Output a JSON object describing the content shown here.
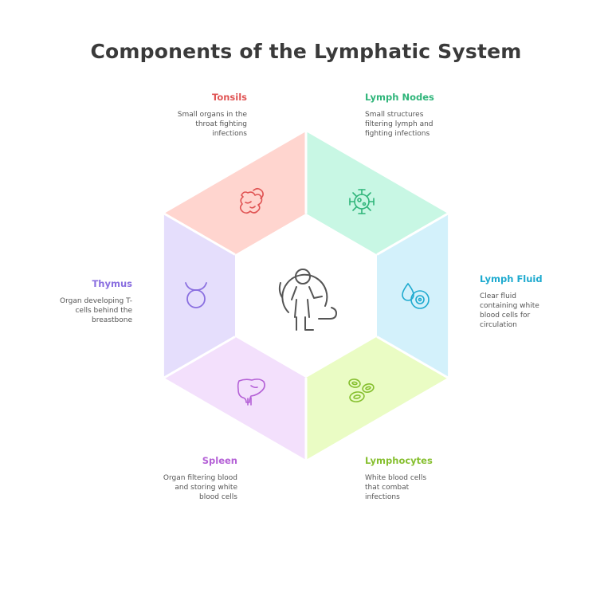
{
  "title": "Components of the Lymphatic System",
  "segments": [
    {
      "id": "tonsils",
      "title": "Tonsils",
      "desc": [
        "Small organs in the",
        "throat fighting",
        "infections"
      ],
      "color": "#e05454",
      "fill": "#ffd5cf",
      "icon": "tonsils-icon"
    },
    {
      "id": "lymph-nodes",
      "title": "Lymph Nodes",
      "desc": [
        "Small structures",
        "filtering lymph and",
        "fighting infections"
      ],
      "color": "#2fb57a",
      "fill": "#c8f7e4",
      "icon": "lymph-node-cell-icon"
    },
    {
      "id": "lymph-fluid",
      "title": "Lymph Fluid",
      "desc": [
        "Clear fluid",
        "containing white",
        "blood cells for",
        "circulation"
      ],
      "color": "#1eaacf",
      "fill": "#d3f1fb",
      "icon": "fluid-drop-cell-icon"
    },
    {
      "id": "lymphocytes",
      "title": "Lymphocytes",
      "desc": [
        "White blood cells",
        "that combat",
        "infections"
      ],
      "color": "#86bf2f",
      "fill": "#eafcc4",
      "icon": "blood-cells-icon"
    },
    {
      "id": "spleen",
      "title": "Spleen",
      "desc": [
        "Organ filtering blood",
        "and storing white",
        "blood cells"
      ],
      "color": "#b460d6",
      "fill": "#f3e0fc",
      "icon": "spleen-organ-icon"
    },
    {
      "id": "thymus",
      "title": "Thymus",
      "desc": [
        "Organ developing T-",
        "cells behind the",
        "breastbone"
      ],
      "color": "#8a6fe0",
      "fill": "#e5defc",
      "icon": "thymus-taurus-icon"
    }
  ],
  "center_icon": "person-self-care-icon"
}
